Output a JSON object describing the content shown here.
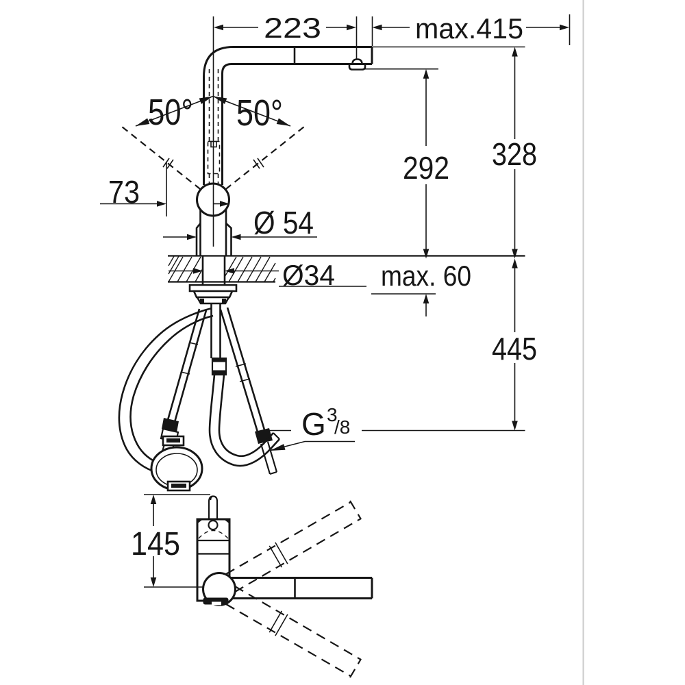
{
  "page": {
    "background": "#ffffff",
    "line_color": "#161616",
    "border_color": "#cbcbcb"
  },
  "side_view": {
    "spout_reach": "223",
    "spout_reach_max": "max.415",
    "handle_angle_left": "50°",
    "handle_angle_right": "50°",
    "handle_offset": "73",
    "body_diameter": "Ø 54",
    "hole_diameter": "Ø34",
    "deck_thickness_max": "max. 60",
    "height_under_spout": "292",
    "height_over_deck": "328",
    "hose_clearance_below": "445",
    "thread": {
      "letter": "G",
      "numerator": "3",
      "denominator": "/8"
    }
  },
  "plan_view": {
    "body_depth": "145"
  }
}
